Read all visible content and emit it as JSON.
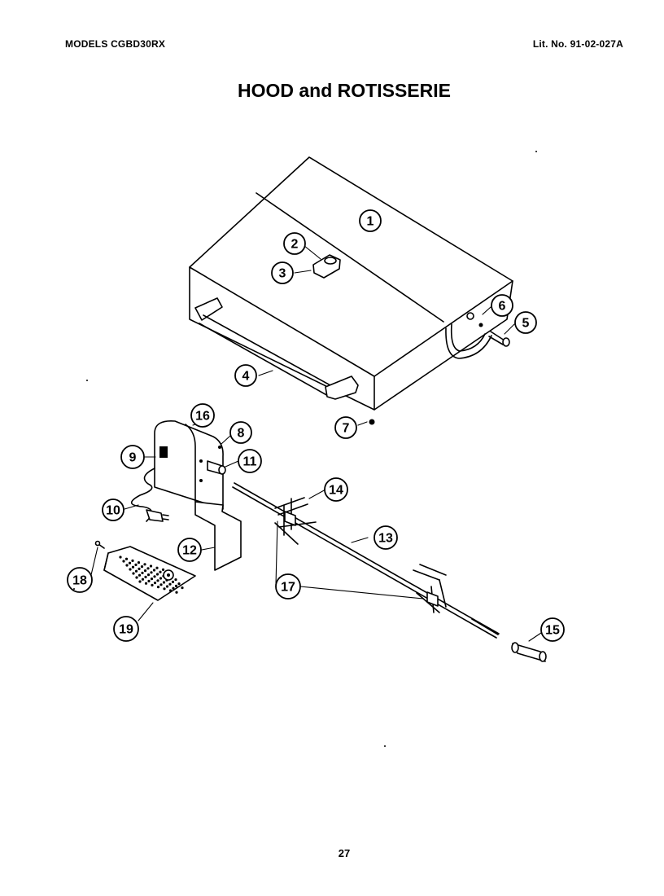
{
  "header": {
    "models": "MODELS CGBD30RX",
    "lit_no": "Lit. No. 91-02-027A"
  },
  "title": "HOOD and ROTISSERIE",
  "page_number": "27",
  "callouts": [
    "1",
    "2",
    "3",
    "4",
    "5",
    "6",
    "7",
    "8",
    "9",
    "10",
    "11",
    "12",
    "13",
    "14",
    "15",
    "16",
    "17",
    "18",
    "19"
  ]
}
